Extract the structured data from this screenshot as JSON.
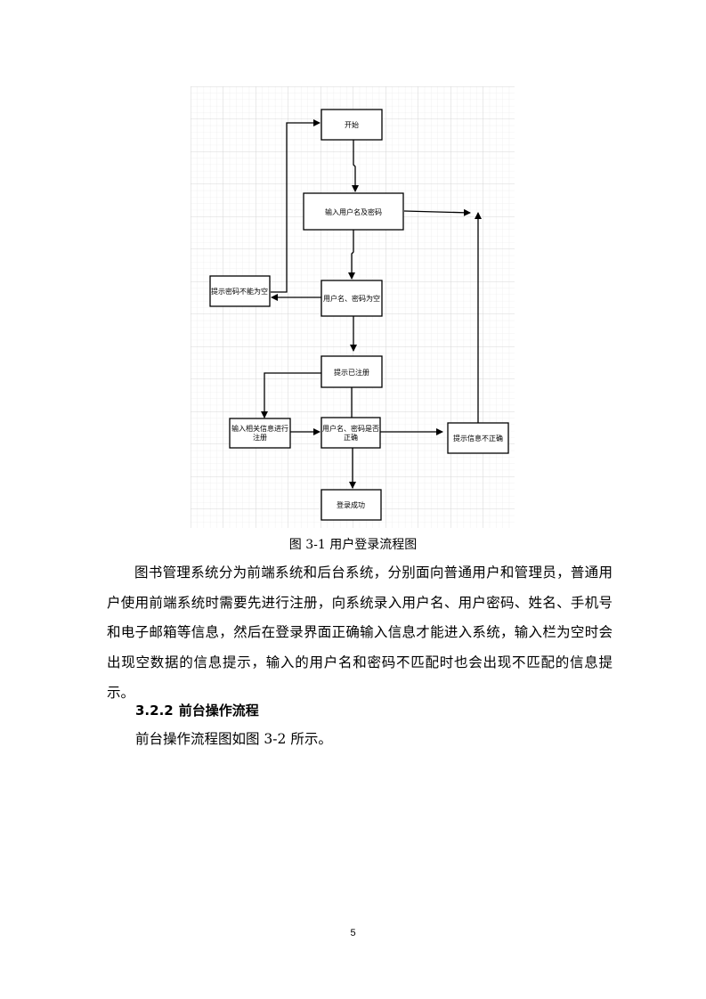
{
  "flowchart": {
    "nodes": {
      "start": "开始",
      "input": "输入用户名及密码",
      "empty_check": "用户名、密码为空",
      "empty_prompt": "提示密码不能为空",
      "registered_prompt": "提示已注册",
      "register": [
        "输入相关信息进行",
        "注册"
      ],
      "match_check": [
        "用户名、密码是否",
        "正确"
      ],
      "wrong_prompt": "提示信息不正确",
      "success": "登录成功"
    }
  },
  "caption": "图 3-1 用户登录流程图",
  "paragraph": "图书管理系统分为前端系统和后台系统，分别面向普通用户和管理员，普通用户使用前端系统时需要先进行注册，向系统录入用户名、用户密码、姓名、手机号和电子邮箱等信息，然后在登录界面正确输入信息才能进入系统，输入栏为空时会出现空数据的信息提示，输入的用户名和密码不匹配时也会出现不匹配的信息提示。",
  "section": {
    "number": "3.2.2",
    "title": "前台操作流程"
  },
  "paragraph2": "前台操作流程图如图 3-2 所示。",
  "page_number": "5"
}
